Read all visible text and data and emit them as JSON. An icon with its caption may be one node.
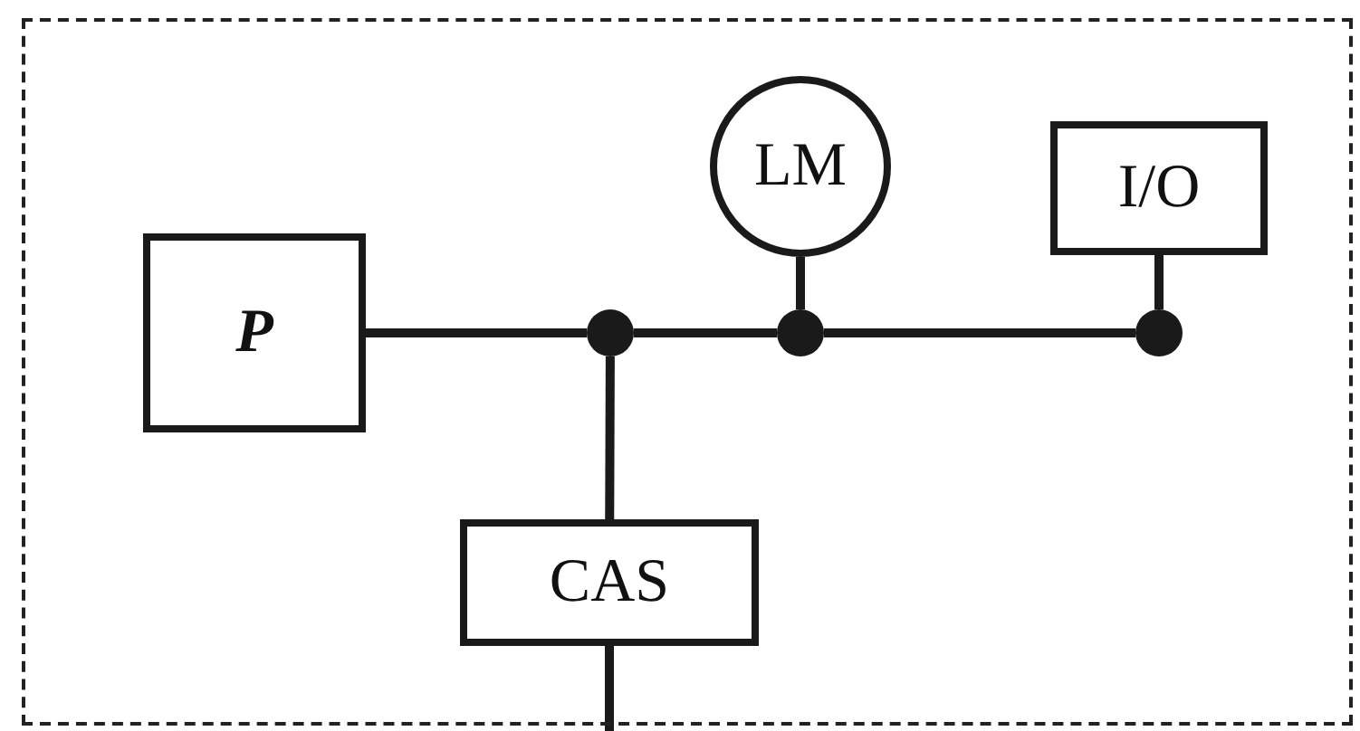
{
  "diagram": {
    "nodes": [
      {
        "text": [],
        "shape": "box"
      },
      {
        "text": [
          "P"
        ],
        "in": 0
      },
      {
        "text": [
          "LM"
        ],
        "in": 0
      },
      {
        "text": [
          "I/O"
        ],
        "in": 0
      },
      {
        "text": [],
        "shape": "dot",
        "in": 0
      },
      {
        "text": [],
        "shape": "dot",
        "in": 0
      },
      {
        "text": [],
        "shape": "dot",
        "in": 0
      },
      {
        "text": [
          "CAS"
        ],
        "in": 0
      }
    ],
    "edges": [
      {
        "from": 1,
        "to": 4,
        "arrow": "none"
      },
      {
        "from": 4,
        "to": 5,
        "arrow": "none"
      },
      {
        "from": 5,
        "to": 6,
        "arrow": "none"
      },
      {
        "from": 2,
        "to": 5,
        "arrow": "none"
      },
      {
        "from": 3,
        "to": 6,
        "arrow": "none"
      },
      {
        "from": 4,
        "to": 7,
        "arrow": "none"
      },
      {
        "from": 7,
        "to": null,
        "arrow": "none"
      }
    ]
  }
}
